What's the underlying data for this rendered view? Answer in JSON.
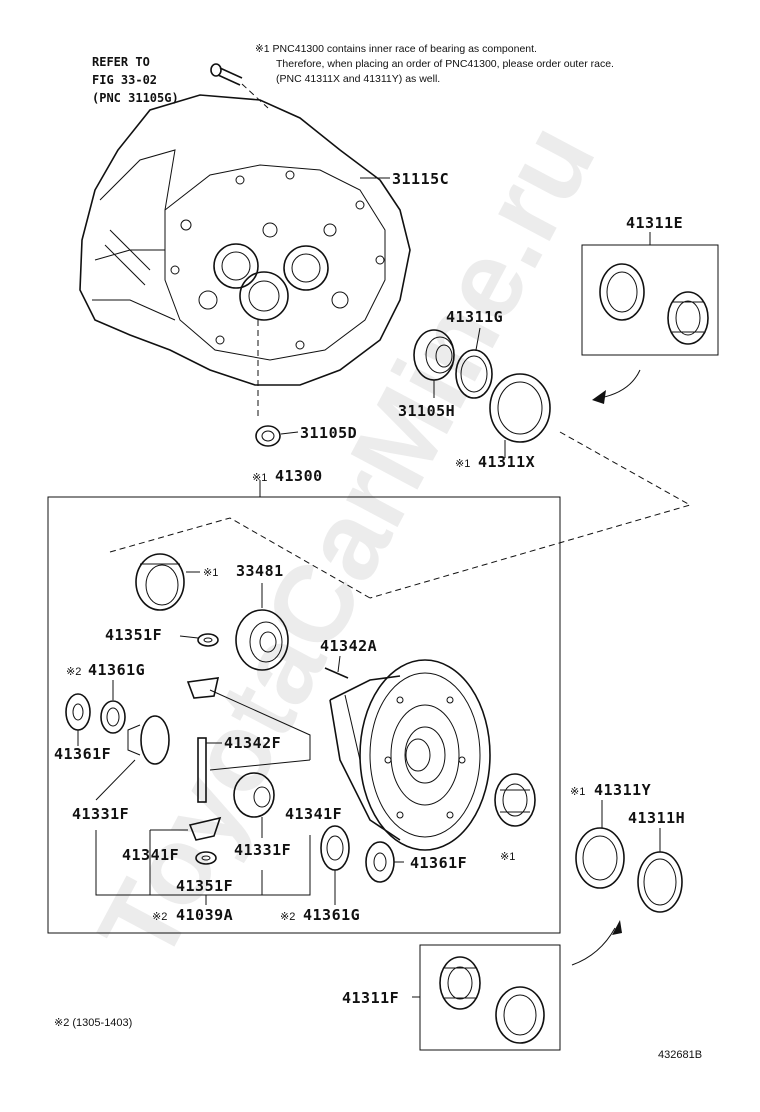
{
  "notes": {
    "refer_line1": "REFER TO",
    "refer_line2": "FIG 33-02",
    "refer_line3": "(PNC 31105G)",
    "note1_line1": "※1 PNC41300 contains inner race of bearing as component.",
    "note1_line2": "Therefore, when placing an order of PNC41300, please order outer race.",
    "note1_line3": "(PNC 41311X and 41311Y) as well.",
    "footnote": "※2 (1305-1403)",
    "diagram_id": "432681B"
  },
  "labels": {
    "p31115C": "31115C",
    "p41311E": "41311E",
    "p41311G": "41311G",
    "p31105H": "31105H",
    "p31105D": "31105D",
    "p41311X": "41311X",
    "p41311X_mark": "※1",
    "p41300": "41300",
    "p41300_mark": "※1",
    "bearing_mark1": "※1",
    "p33481": "33481",
    "p41351F_top": "41351F",
    "p41342A": "41342A",
    "p41361G_top": "41361G",
    "p41361G_top_mark": "※2",
    "p41361F_left": "41361F",
    "p41342F": "41342F",
    "p41331F_left": "41331F",
    "p41341F_right": "41341F",
    "p41341F_bottom": "41341F",
    "p41331F_bottom": "41331F",
    "p41361F_right": "41361F",
    "p41361F_right_mark": "※1",
    "p41351F_bottom": "41351F",
    "p41039A": "41039A",
    "p41039A_mark": "※2",
    "p41361G_bottom": "41361G",
    "p41361G_bottom_mark": "※2",
    "p41311Y": "41311Y",
    "p41311Y_mark": "※1",
    "p41311H": "41311H",
    "p41311F": "41311F"
  },
  "watermark": "ToyotaCarMine.ru"
}
